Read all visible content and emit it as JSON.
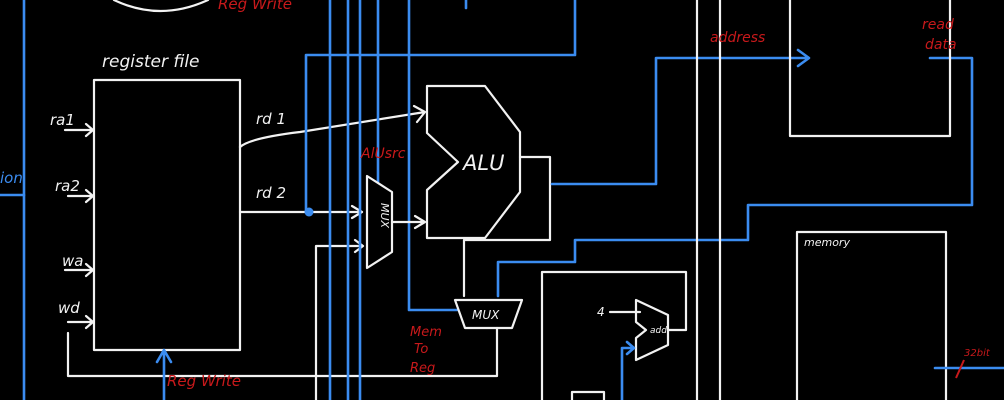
{
  "register_file": {
    "title": "register file",
    "ports": {
      "ra1": "ra1",
      "ra2": "ra2",
      "wa": "wa",
      "wd": "wd",
      "rd1": "rd 1",
      "rd2": "rd 2"
    }
  },
  "alu": {
    "label": "ALU"
  },
  "mux_alusrc": {
    "label": "MUX",
    "control": "AlUsrc"
  },
  "mux_memtoreg": {
    "label": "MUX",
    "control_lines": [
      "Mem",
      "To",
      "Reg"
    ]
  },
  "adder": {
    "input": "4",
    "label": "add"
  },
  "data_memory": {
    "address": "address",
    "read_data_lines": [
      "read",
      "data"
    ]
  },
  "instruction_memory": {
    "title": "memory",
    "width_label": "32bit"
  },
  "controls": {
    "regwrite_bottom": "Reg Write",
    "regwrite_top": "Reg Write"
  },
  "edge_labels": {
    "instruction_fragment": "ion"
  },
  "colors": {
    "wire": "#f2f2f2",
    "control_path": "#3b8cf0",
    "annotation": "#c8191b",
    "background": "#000000"
  }
}
